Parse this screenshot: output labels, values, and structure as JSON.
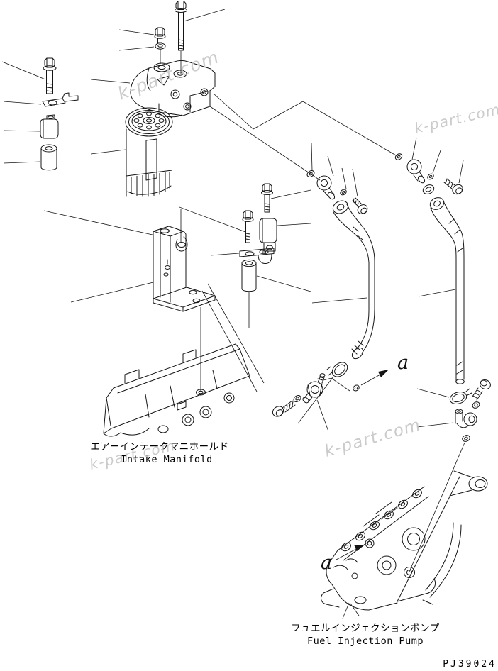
{
  "diagram": {
    "drawing_number": "PJ39024",
    "section_marker": "a",
    "intake_manifold": {
      "label_jp": "エアーインテークマニホールド",
      "label_en": "Intake Manifold"
    },
    "fuel_injection_pump": {
      "label_jp": "フュエルインジェクションポンプ",
      "label_en": "Fuel Injection Pump"
    }
  },
  "watermark": {
    "text": "k-part.com",
    "color": "#c7c7c7"
  },
  "colors": {
    "background": "#ffffff",
    "line": "#141414",
    "label_text": "#000000"
  }
}
